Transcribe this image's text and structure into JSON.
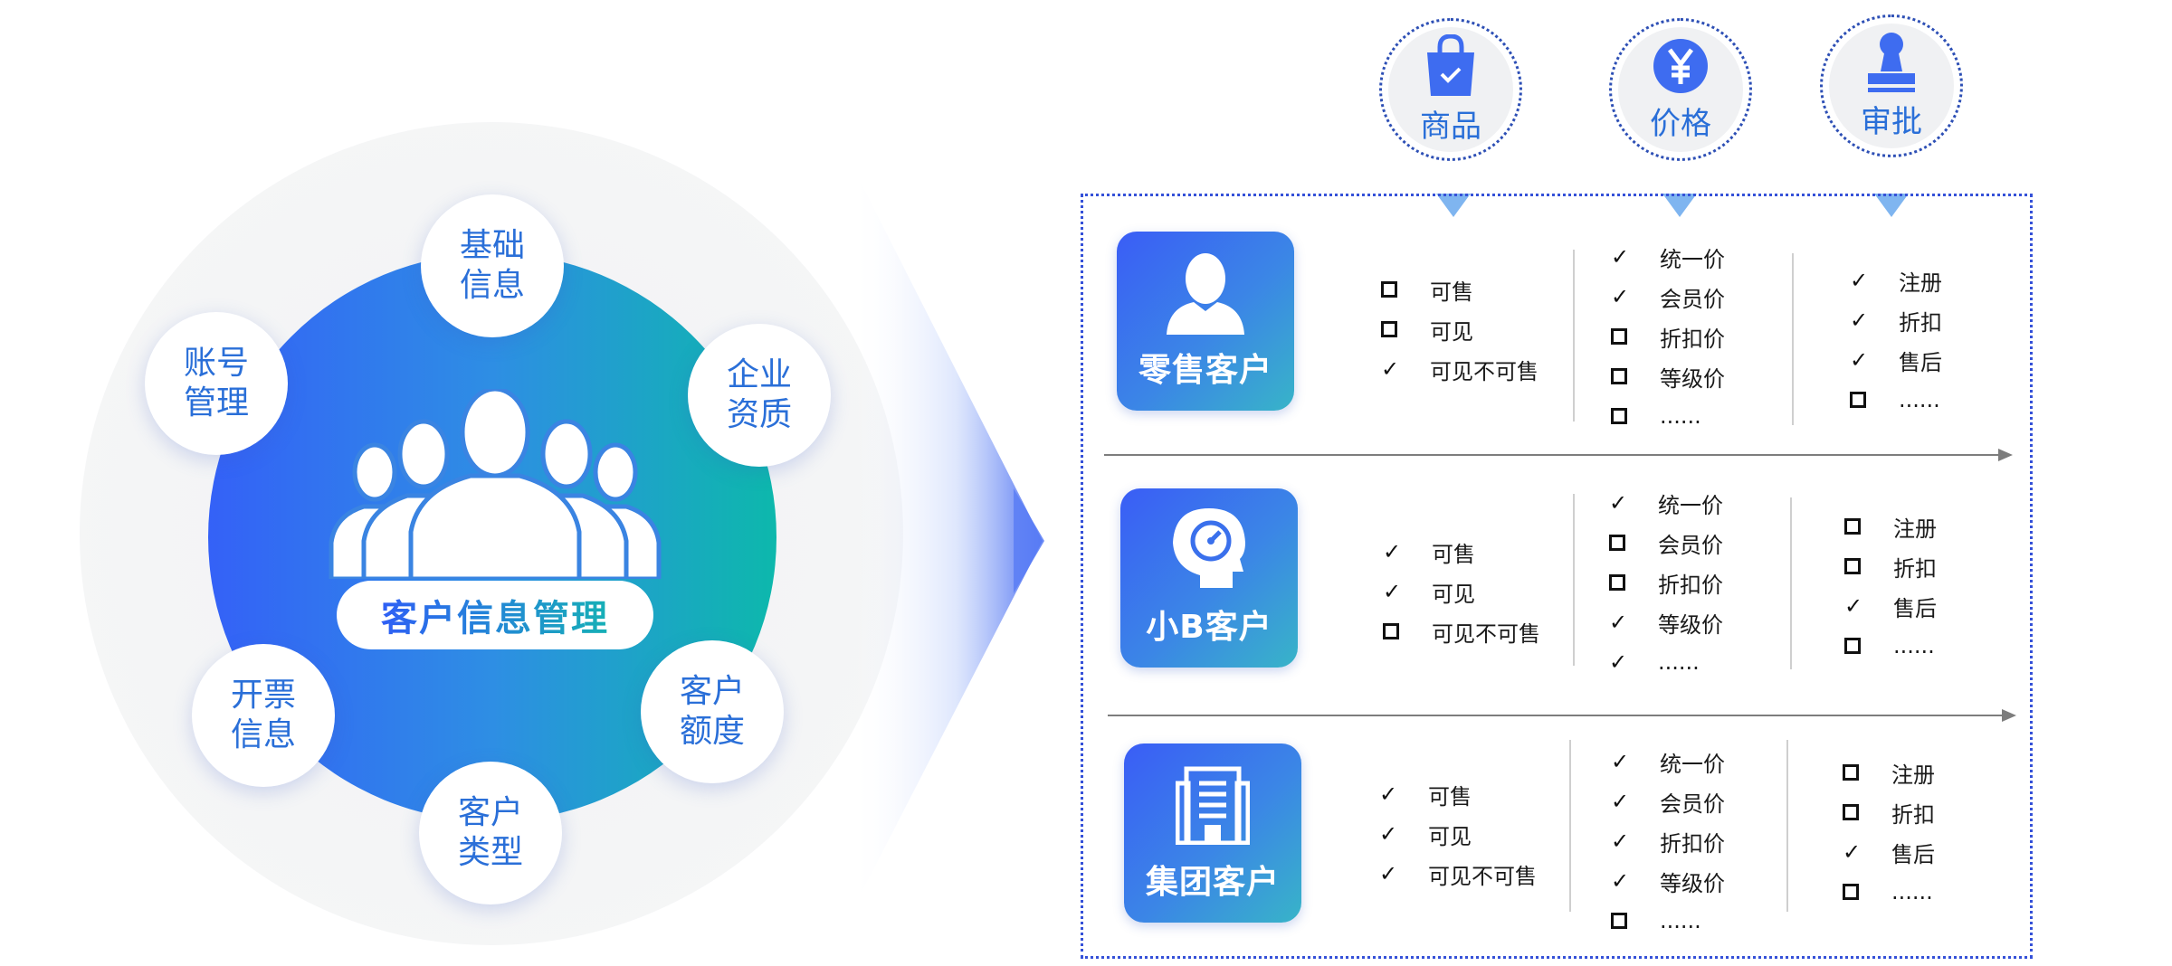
{
  "hub": {
    "title": "客户信息管理",
    "bubbles": [
      {
        "line1": "基础",
        "line2": "信息"
      },
      {
        "line1": "企业",
        "line2": "资质"
      },
      {
        "line1": "客户",
        "line2": "额度"
      },
      {
        "line1": "客户",
        "line2": "类型"
      },
      {
        "line1": "开票",
        "line2": "信息"
      },
      {
        "line1": "账号",
        "line2": "管理"
      }
    ]
  },
  "dimensions": [
    {
      "label": "商品",
      "icon": "shopping-bag-icon"
    },
    {
      "label": "价格",
      "icon": "yen-coin-icon"
    },
    {
      "label": "审批",
      "icon": "approval-stamp-icon"
    }
  ],
  "rows": [
    {
      "name": "零售客户",
      "icon": "person-icon",
      "product": [
        {
          "text": "可售",
          "mark": "box"
        },
        {
          "text": "可见",
          "mark": "box"
        },
        {
          "text": "可见不可售",
          "mark": "check"
        }
      ],
      "price": [
        {
          "text": "统一价",
          "mark": "check"
        },
        {
          "text": "会员价",
          "mark": "check"
        },
        {
          "text": "折扣价",
          "mark": "box"
        },
        {
          "text": "等级价",
          "mark": "box"
        },
        {
          "text": "......",
          "mark": "box"
        }
      ],
      "approval": [
        {
          "text": "注册",
          "mark": "check"
        },
        {
          "text": "折扣",
          "mark": "check"
        },
        {
          "text": "售后",
          "mark": "check"
        },
        {
          "text": "......",
          "mark": "box"
        }
      ]
    },
    {
      "name": "小B客户",
      "icon": "head-gauge-icon",
      "product": [
        {
          "text": "可售",
          "mark": "check"
        },
        {
          "text": "可见",
          "mark": "check"
        },
        {
          "text": "可见不可售",
          "mark": "box"
        }
      ],
      "price": [
        {
          "text": "统一价",
          "mark": "check"
        },
        {
          "text": "会员价",
          "mark": "box"
        },
        {
          "text": "折扣价",
          "mark": "box"
        },
        {
          "text": "等级价",
          "mark": "check"
        },
        {
          "text": "......",
          "mark": "check"
        }
      ],
      "approval": [
        {
          "text": "注册",
          "mark": "box"
        },
        {
          "text": "折扣",
          "mark": "box"
        },
        {
          "text": "售后",
          "mark": "check"
        },
        {
          "text": "......",
          "mark": "box"
        }
      ]
    },
    {
      "name": "集团客户",
      "icon": "building-icon",
      "product": [
        {
          "text": "可售",
          "mark": "check"
        },
        {
          "text": "可见",
          "mark": "check"
        },
        {
          "text": "可见不可售",
          "mark": "check"
        }
      ],
      "price": [
        {
          "text": "统一价",
          "mark": "check"
        },
        {
          "text": "会员价",
          "mark": "check"
        },
        {
          "text": "折扣价",
          "mark": "check"
        },
        {
          "text": "等级价",
          "mark": "check"
        },
        {
          "text": "......",
          "mark": "box"
        }
      ],
      "approval": [
        {
          "text": "注册",
          "mark": "box"
        },
        {
          "text": "折扣",
          "mark": "box"
        },
        {
          "text": "售后",
          "mark": "check"
        },
        {
          "text": "......",
          "mark": "box"
        }
      ]
    }
  ],
  "colors": {
    "accent_blue": "#3461f7",
    "accent_teal": "#0db8ac",
    "label_blue": "#2a6fd8",
    "panel_border": "#3551d8"
  }
}
